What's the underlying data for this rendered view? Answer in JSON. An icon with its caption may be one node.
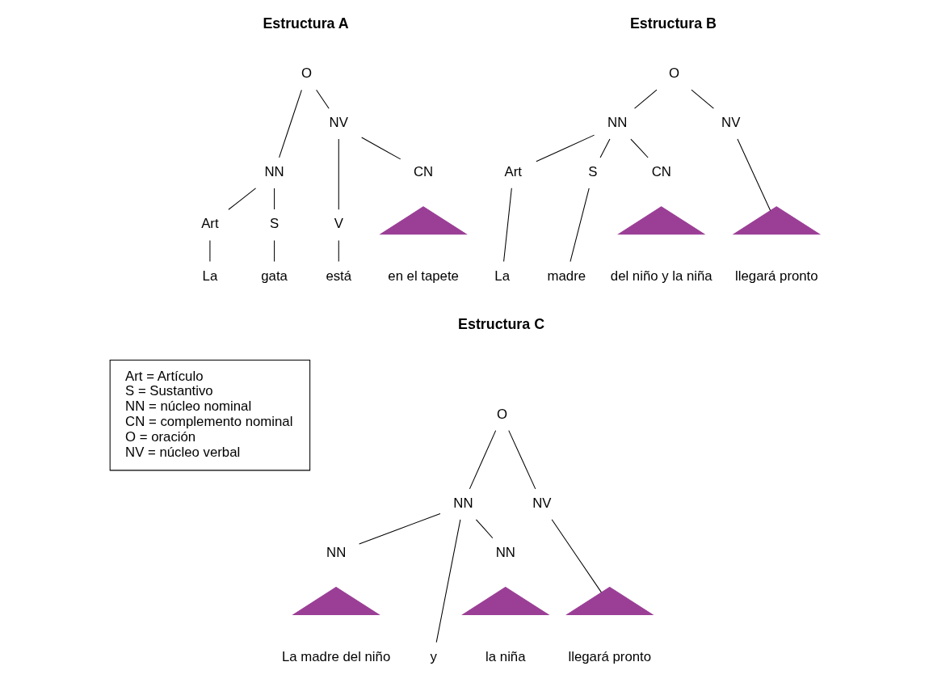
{
  "diagram": {
    "nodes": [
      {
        "text": [
          "O"
        ]
      },
      {
        "text": [
          "NN"
        ]
      },
      {
        "text": [
          "NV"
        ]
      },
      {
        "text": [
          "Art"
        ]
      },
      {
        "text": [
          "S"
        ]
      },
      {
        "text": [
          "V"
        ]
      },
      {
        "text": [
          "CN"
        ]
      },
      {
        "text": [
          "La"
        ]
      },
      {
        "text": [
          "gata"
        ]
      },
      {
        "text": [
          "está"
        ]
      },
      {
        "text": [],
        "shape": "triangle",
        "beside": [
          "en el tapete"
        ]
      },
      {
        "text": [
          "O"
        ]
      },
      {
        "text": [
          "NN"
        ]
      },
      {
        "text": [
          "NV"
        ]
      },
      {
        "text": [
          "Art"
        ]
      },
      {
        "text": [
          "S"
        ]
      },
      {
        "text": [
          "CN"
        ]
      },
      {
        "text": [],
        "shape": "triangle",
        "beside": [
          "del niño y la niña"
        ]
      },
      {
        "text": [],
        "shape": "triangle",
        "beside": [
          "llegará pronto"
        ]
      },
      {
        "text": [
          "La"
        ]
      },
      {
        "text": [
          "madre"
        ]
      },
      {
        "text": [
          "O"
        ]
      },
      {
        "text": [
          "NN"
        ]
      },
      {
        "text": [
          "NV"
        ]
      },
      {
        "text": [
          "NN"
        ]
      },
      {
        "text": [
          "NN"
        ]
      },
      {
        "text": [],
        "shape": "triangle",
        "beside": [
          "La madre del niño"
        ]
      },
      {
        "text": [
          "y"
        ]
      },
      {
        "text": [],
        "shape": "triangle",
        "beside": [
          "la niña"
        ]
      },
      {
        "text": [],
        "shape": "triangle",
        "beside": [
          "llegará pronto"
        ]
      },
      {
        "text": [
          "Art = Artículo",
          "S = Sustantivo",
          "NN = núcleo nominal",
          "CN = complemento nominal",
          "O = oración",
          "NV = núcleo verbal"
        ]
      }
    ],
    "edges": [
      {
        "from": 0,
        "to": 1,
        "arrow": "none"
      },
      {
        "from": 0,
        "to": 2,
        "arrow": "none"
      },
      {
        "from": 1,
        "to": 3,
        "arrow": "none"
      },
      {
        "from": 1,
        "to": 4,
        "arrow": "none"
      },
      {
        "from": 2,
        "to": 5,
        "arrow": "none"
      },
      {
        "from": 2,
        "to": 6,
        "arrow": "none"
      },
      {
        "from": 3,
        "to": 7,
        "arrow": "none"
      },
      {
        "from": 4,
        "to": 8,
        "arrow": "none"
      },
      {
        "from": 5,
        "to": 9,
        "arrow": "none"
      },
      {
        "from": 11,
        "to": 12,
        "arrow": "none"
      },
      {
        "from": 11,
        "to": 13,
        "arrow": "none"
      },
      {
        "from": 12,
        "to": 14,
        "arrow": "none"
      },
      {
        "from": 12,
        "to": 15,
        "arrow": "none"
      },
      {
        "from": 12,
        "to": 16,
        "arrow": "none"
      },
      {
        "from": 13,
        "to": 18,
        "arrow": "none"
      },
      {
        "from": 14,
        "to": 19,
        "arrow": "none"
      },
      {
        "from": 15,
        "to": 20,
        "arrow": "none"
      },
      {
        "from": 21,
        "to": 22,
        "arrow": "none"
      },
      {
        "from": 21,
        "to": 23,
        "arrow": "none"
      },
      {
        "from": 22,
        "to": 24,
        "arrow": "none"
      },
      {
        "from": 22,
        "to": 27,
        "arrow": "none"
      },
      {
        "from": 22,
        "to": 25,
        "arrow": "none"
      },
      {
        "from": 23,
        "to": 29,
        "arrow": "none"
      }
    ],
    "labels": [
      "Estructura A",
      "Estructura B",
      "Estructura C"
    ]
  }
}
